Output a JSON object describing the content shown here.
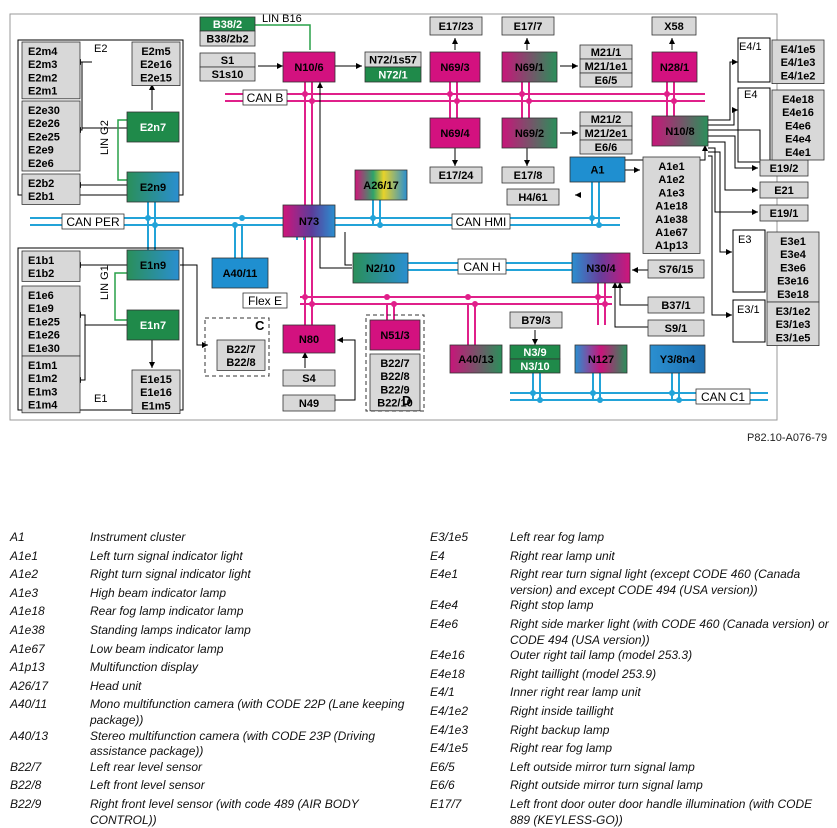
{
  "diagram": {
    "caption": "P82.10-A076-79",
    "buses": [
      "CAN B",
      "CAN PER",
      "CAN HMI",
      "CAN H",
      "Flex E",
      "CAN C1"
    ],
    "lin_labels": [
      "LIN B16",
      "LIN G2",
      "LIN G1"
    ],
    "group_labels": [
      "E2",
      "E1",
      "E4/1",
      "E4",
      "E3",
      "E3/1",
      "C",
      "D"
    ],
    "blocks": [
      {
        "t": "B38/2"
      },
      {
        "t": "B38/2b2"
      },
      {
        "t": "S1"
      },
      {
        "t": "S1s10"
      },
      {
        "t": "N10/6"
      },
      {
        "t": "N72/1s57"
      },
      {
        "t": "N72/1"
      },
      {
        "t": "E17/23"
      },
      {
        "t": "N69/3"
      },
      {
        "t": "E17/7"
      },
      {
        "t": "N69/1"
      },
      {
        "t": "M21/1"
      },
      {
        "t": "M21/1e1"
      },
      {
        "t": "E6/5"
      },
      {
        "t": "X58"
      },
      {
        "t": "N28/1"
      },
      {
        "t": "N69/4"
      },
      {
        "t": "N69/2"
      },
      {
        "t": "M21/2"
      },
      {
        "t": "M21/2e1"
      },
      {
        "t": "E6/6"
      },
      {
        "t": "N10/8"
      },
      {
        "t": "E17/24"
      },
      {
        "t": "E17/8"
      },
      {
        "t": "A1"
      },
      {
        "t": "H4/61"
      },
      {
        "t": "A26/17"
      },
      {
        "t": "N73"
      },
      {
        "t": "N2/10"
      },
      {
        "t": "N30/4"
      },
      {
        "t": "S76/15"
      },
      {
        "t": "A40/11"
      },
      {
        "t": "E2n7"
      },
      {
        "t": "E2n9"
      },
      {
        "t": "E1n9"
      },
      {
        "t": "E1n7"
      },
      {
        "t": "N80"
      },
      {
        "t": "S4"
      },
      {
        "t": "N49"
      },
      {
        "t": "N51/3"
      },
      {
        "t": "A40/13"
      },
      {
        "t": "B79/3"
      },
      {
        "t": "N3/9"
      },
      {
        "t": "N3/10"
      },
      {
        "t": "N127"
      },
      {
        "t": "Y3/8n4"
      },
      {
        "t": "B37/1"
      },
      {
        "t": "S9/1"
      },
      {
        "t": "E19/2"
      },
      {
        "t": "E21"
      },
      {
        "t": "E19/1"
      }
    ],
    "lists": {
      "e2_left": [
        "E2m4",
        "E2m3",
        "E2m2",
        "E2m1"
      ],
      "e2_right": [
        "E2m5",
        "E2e16",
        "E2e15"
      ],
      "e2_left2": [
        "E2e30",
        "E2e26",
        "E2e25",
        "E2e9",
        "E2e6"
      ],
      "e2_left3": [
        "E2b2",
        "E2b1"
      ],
      "e1_left1": [
        "E1b1",
        "E1b2"
      ],
      "e1_left2": [
        "E1e6",
        "E1e9",
        "E1e25",
        "E1e26",
        "E1e30"
      ],
      "e1_left3": [
        "E1m1",
        "E1m2",
        "E1m3",
        "E1m4"
      ],
      "e1_right": [
        "E1e15",
        "E1e16",
        "E1m5"
      ],
      "a1": [
        "A1e1",
        "A1e2",
        "A1e3",
        "A1e18",
        "A1e38",
        "A1e67",
        "A1p13"
      ],
      "e4_1": [
        "E4/1e5",
        "E4/1e3",
        "E4/1e2"
      ],
      "e4": [
        "E4e18",
        "E4e16",
        "E4e6",
        "E4e4",
        "E4e1"
      ],
      "e3": [
        "E3e1",
        "E3e4",
        "E3e6",
        "E3e16",
        "E3e18"
      ],
      "e3_1": [
        "E3/1e2",
        "E3/1e3",
        "E3/1e5"
      ],
      "c": [
        "B22/7",
        "B22/8"
      ],
      "d": [
        "B22/7",
        "B22/8",
        "B22/9",
        "B22/10"
      ]
    }
  },
  "legend_left": [
    {
      "code": "A1",
      "desc": "Instrument cluster"
    },
    {
      "code": "A1e1",
      "desc": "Left turn signal indicator light"
    },
    {
      "code": "A1e2",
      "desc": "Right turn signal indicator light"
    },
    {
      "code": "A1e3",
      "desc": "High beam indicator lamp"
    },
    {
      "code": "A1e18",
      "desc": "Rear fog lamp indicator lamp"
    },
    {
      "code": "A1e38",
      "desc": "Standing lamps indicator lamp"
    },
    {
      "code": "A1e67",
      "desc": "Low beam indicator lamp"
    },
    {
      "code": "A1p13",
      "desc": "Multifunction display"
    },
    {
      "code": "A26/17",
      "desc": "Head unit"
    },
    {
      "code": "A40/11",
      "desc": "Mono multifunction camera (with CODE 22P (Lane keeping package))"
    },
    {
      "code": "A40/13",
      "desc": "Stereo multifunction camera (with CODE 23P (Driving assistance package))"
    },
    {
      "code": "B22/7",
      "desc": "Left rear level sensor"
    },
    {
      "code": "B22/8",
      "desc": "Left front level sensor"
    },
    {
      "code": "B22/9",
      "desc": "Right front level sensor (with code 489 (AIR BODY CONTROL))"
    }
  ],
  "legend_right": [
    {
      "code": "E3/1e5",
      "desc": "Left rear fog lamp"
    },
    {
      "code": "E4",
      "desc": "Right rear lamp unit"
    },
    {
      "code": "E4e1",
      "desc": "Right rear turn signal light (except CODE 460 (Canada version) and except CODE 494 (USA version))"
    },
    {
      "code": "E4e4",
      "desc": "Right stop lamp"
    },
    {
      "code": "E4e6",
      "desc": "Right side marker light (with CODE 460 (Canada version) or CODE 494 (USA version))"
    },
    {
      "code": "E4e16",
      "desc": "Outer right tail lamp (model 253.3)"
    },
    {
      "code": "E4e18",
      "desc": "Right taillight (model 253.9)"
    },
    {
      "code": "E4/1",
      "desc": "Inner right rear lamp unit"
    },
    {
      "code": "E4/1e2",
      "desc": "Right inside taillight"
    },
    {
      "code": "E4/1e3",
      "desc": "Right backup lamp"
    },
    {
      "code": "E4/1e5",
      "desc": "Right rear fog lamp"
    },
    {
      "code": "E6/5",
      "desc": "Left outside mirror turn signal lamp"
    },
    {
      "code": "E6/6",
      "desc": "Right outside mirror turn signal lamp"
    },
    {
      "code": "E17/7",
      "desc": "Left front door outer door handle illumination (with CODE 889 (KEYLESS-GO))"
    }
  ]
}
